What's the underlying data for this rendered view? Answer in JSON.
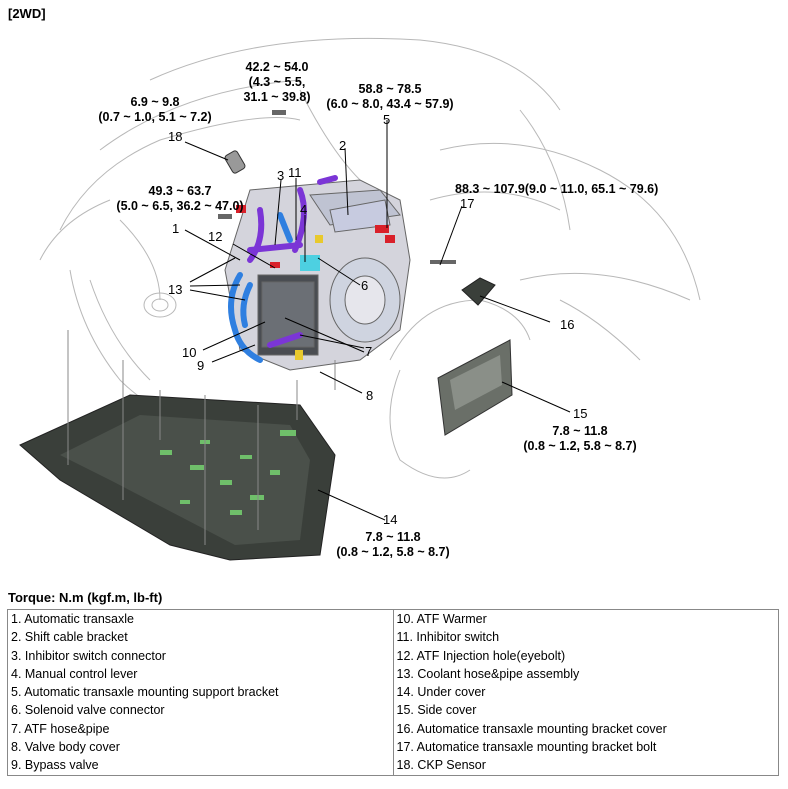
{
  "header": {
    "variant": "[2WD]"
  },
  "callouts": {
    "n1": "1",
    "n2": "2",
    "n3": "3",
    "n4": "4",
    "n5": "5",
    "n6": "6",
    "n7": "7",
    "n8": "8",
    "n9": "9",
    "n10": "10",
    "n11": "11",
    "n12": "12",
    "n13": "13",
    "n14": "14",
    "n15": "15",
    "n16": "16",
    "n17": "17",
    "n18": "18"
  },
  "torques": {
    "t18": [
      "6.9 ~ 9.8",
      "(0.7 ~ 1.0, 5.1 ~ 7.2)"
    ],
    "ttop": [
      "42.2 ~ 54.0",
      "(4.3 ~ 5.5,",
      "31.1 ~ 39.8)"
    ],
    "t5": [
      "58.8 ~ 78.5",
      "(6.0 ~ 8.0, 43.4 ~ 57.9)"
    ],
    "t12": [
      "49.3 ~ 63.7",
      "(5.0 ~ 6.5, 36.2 ~ 47.0)"
    ],
    "t17": [
      "88.3 ~ 107.9(9.0 ~ 11.0, 65.1 ~ 79.6)"
    ],
    "t15": [
      "7.8 ~ 11.8",
      "(0.8 ~ 1.2, 5.8 ~ 8.7)"
    ],
    "t14": [
      "7.8 ~ 11.8",
      "(0.8 ~ 1.2, 5.8 ~ 8.7)"
    ]
  },
  "torque_unit_title": "Torque: N.m (kgf.m, lb-ft)",
  "legend": {
    "left": [
      "1. Automatic transaxle",
      "2. Shift cable bracket",
      "3. Inhibitor switch connector",
      "4. Manual control lever",
      "5. Automatic transaxle mounting support bracket",
      "6. Solenoid valve connector",
      "7. ATF hose&pipe",
      "8. Valve body cover",
      "9. Bypass valve"
    ],
    "right": [
      "10. ATF Warmer",
      "11. Inhibitor switch",
      "12. ATF Injection hole(eyebolt)",
      "13. Coolant hose&pipe assembly",
      "14. Under cover",
      "15. Side cover",
      "16. Automatice transaxle mounting bracket cover",
      "17. Automatice transaxle mounting bracket bolt",
      "18. CKP Sensor"
    ]
  },
  "colors": {
    "purple": "#7b35d6",
    "blue": "#2f7fe0",
    "red": "#d9202a",
    "cover_dark": "#3a3f3a",
    "cover_green": "#6fbf6a",
    "outline": "#b5b5b5"
  }
}
